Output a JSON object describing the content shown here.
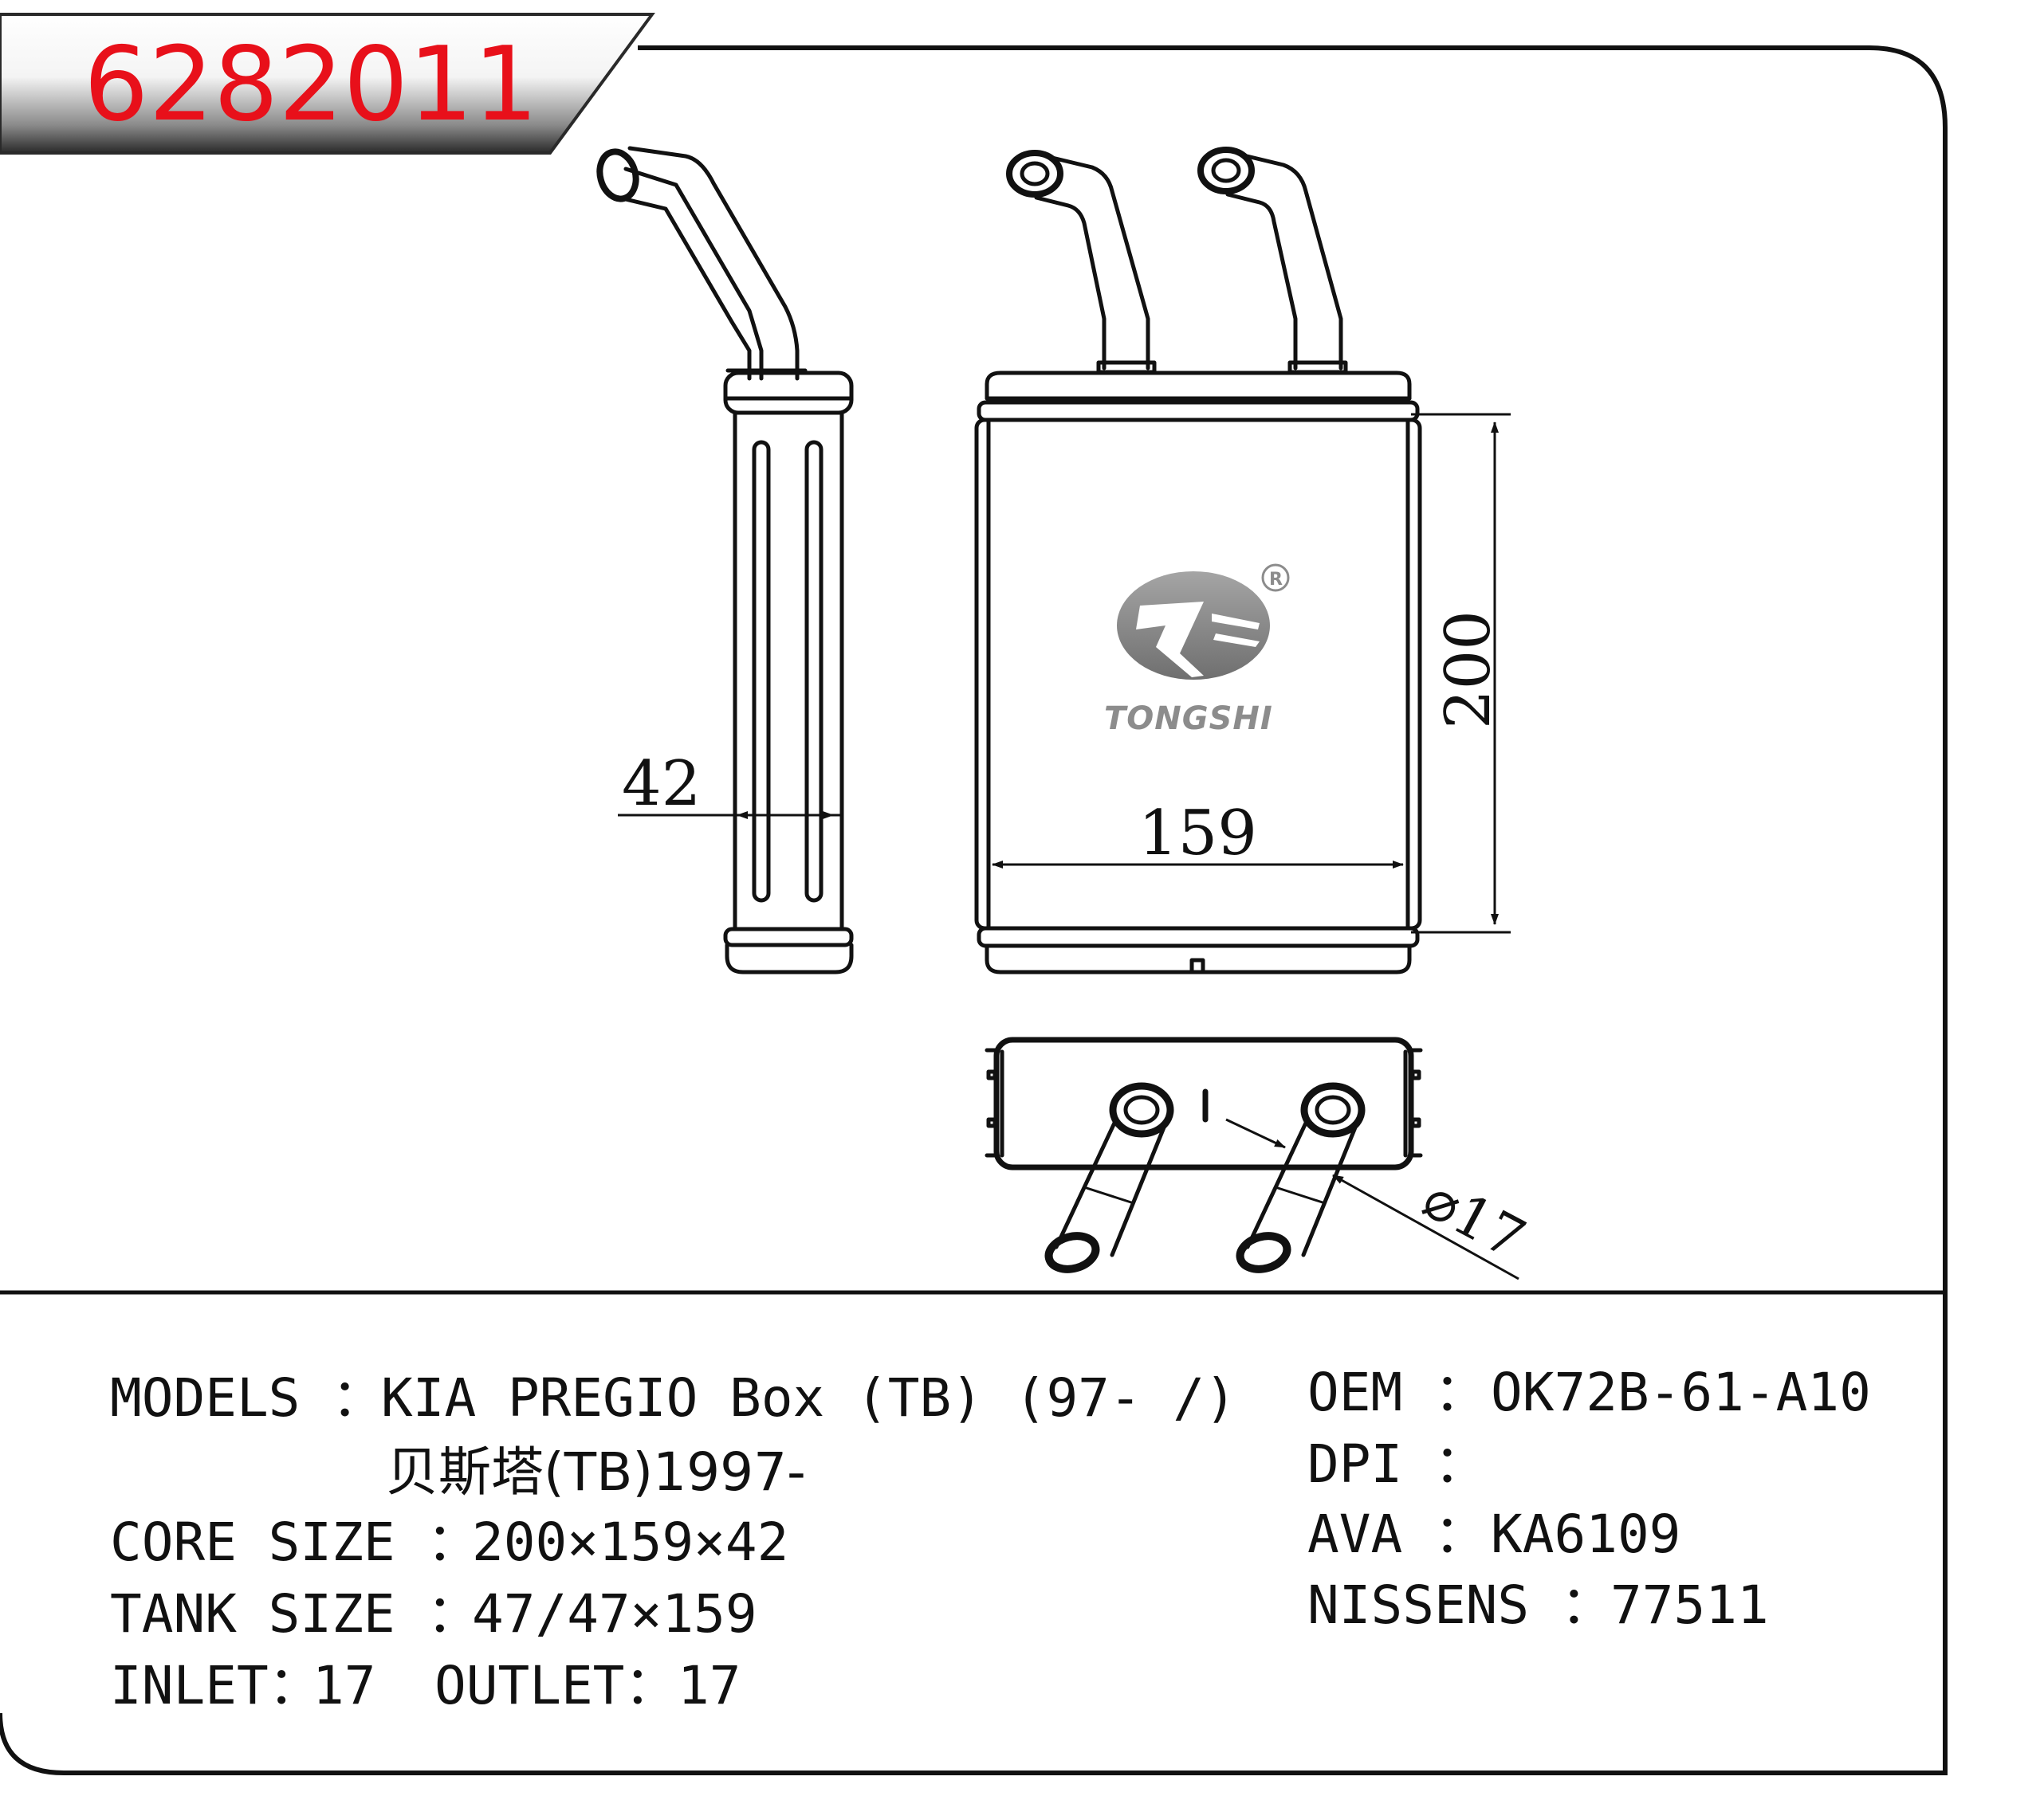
{
  "part_number": "6282011",
  "colors": {
    "part_number": "#e8101a",
    "outline": "#111111",
    "header_dark": "#2a2a2a",
    "header_light": "#ffffff",
    "logo_gray": "#8c8c8c"
  },
  "brand": {
    "name": "TONGSHI",
    "registered_mark": "R"
  },
  "dimensions": {
    "thickness": "42",
    "width": "159",
    "height": "200",
    "pipe_diameter": "⌀17"
  },
  "specs_left": {
    "models_label": "MODELS ：",
    "models_value": "KIA PREGIO Box (TB) (97- /)",
    "models_value_cn": "贝斯塔(TB)1997-",
    "core_label": "CORE SIZE ：",
    "core_value": "200×159×42",
    "tank_label": "TANK SIZE ：",
    "tank_value": "47/47×159",
    "inlet_label": "INLET：",
    "inlet_value": "17",
    "outlet_label": "OUTLET：",
    "outlet_value": "17"
  },
  "specs_right": {
    "oem_label": "OEM ：",
    "oem_value": "OK72B-61-A10",
    "dpi_label": "DPI ：",
    "dpi_value": "",
    "ava_label": "AVA ：",
    "ava_value": "KA6109",
    "nissens_label": "NISSENS ：",
    "nissens_value": "77511"
  }
}
